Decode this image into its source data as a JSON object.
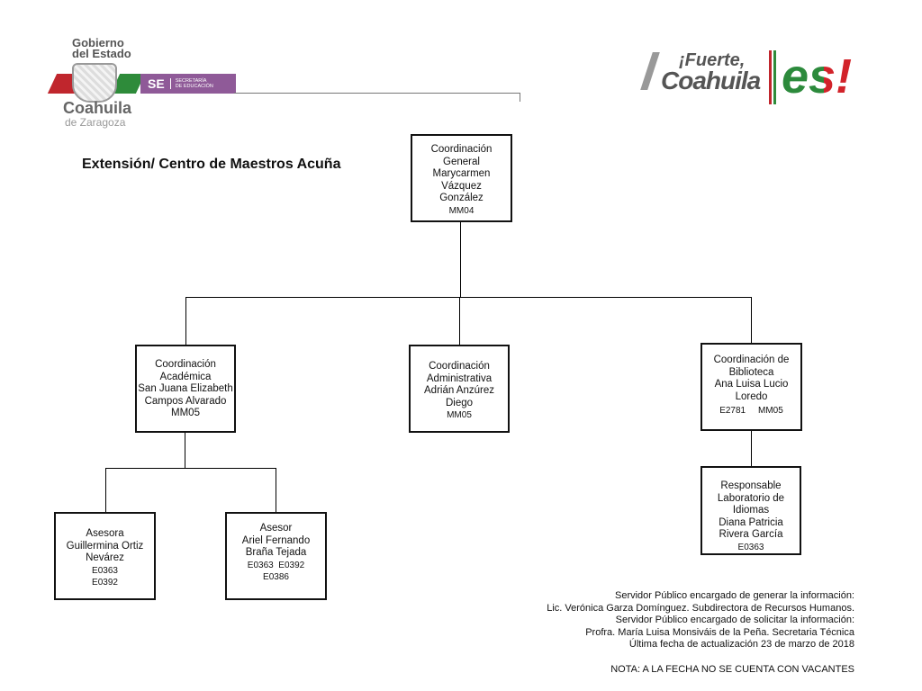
{
  "header": {
    "gob_line1": "Gobierno",
    "gob_line2": "del Estado",
    "coahuila": "Coahuila",
    "zaragoza": "de Zaragoza",
    "se_abbr": "SE",
    "se_sub1": "SECRETARÍA",
    "se_sub2": "DE EDUCACIÓN",
    "fuerte_line1": "¡Fuerte,",
    "fuerte_line2": "Coahuila",
    "es": "es!"
  },
  "title": "Extensión/ Centro de Maestros Acuña",
  "nodes": {
    "general": [
      "Coordinación",
      "General",
      "Marycarmen",
      "Vázquez",
      "González",
      "MM04"
    ],
    "academica": [
      "Coordinación",
      "Académica",
      "San Juana Elizabeth",
      "Campos Alvarado",
      "MM05"
    ],
    "administrativa": [
      "Coordinación",
      "Administrativa",
      "Adrián Anzúrez",
      "Diego",
      "MM05"
    ],
    "biblioteca": [
      "Coordinación de",
      "Biblioteca",
      "Ana Luisa Lucio",
      "Loredo",
      "E2781     MM05"
    ],
    "idiomas": [
      "Responsable",
      "Laboratorio de",
      "Idiomas",
      "Diana Patricia",
      "Rivera García",
      "E0363"
    ],
    "asesora": [
      "Asesora",
      "Guillermina Ortiz",
      "Nevárez",
      "E0363",
      "E0392"
    ],
    "asesor": [
      "Asesor",
      "Ariel Fernando",
      "Braña Tejada",
      "E0363  E0392",
      "E0386"
    ]
  },
  "footer": {
    "line1": "Servidor Público encargado de generar la información:",
    "line2": "Lic. Verónica Garza Domínguez. Subdirectora de Recursos Humanos.",
    "line3": "Servidor Público encargado de solicitar la información:",
    "line4": "Profra. María Luisa Monsiváis de la Peña. Secretaria Técnica",
    "line5": "Última fecha de actualización 23 de marzo de 2018",
    "nota": "NOTA: A LA FECHA NO SE CUENTA CON VACANTES"
  },
  "colors": {
    "flag_red": "#c0262d",
    "flag_green": "#2e8b3a",
    "se_purple": "#8f5a98",
    "es_green": "#2c8a3c",
    "es_red": "#d2232a"
  }
}
